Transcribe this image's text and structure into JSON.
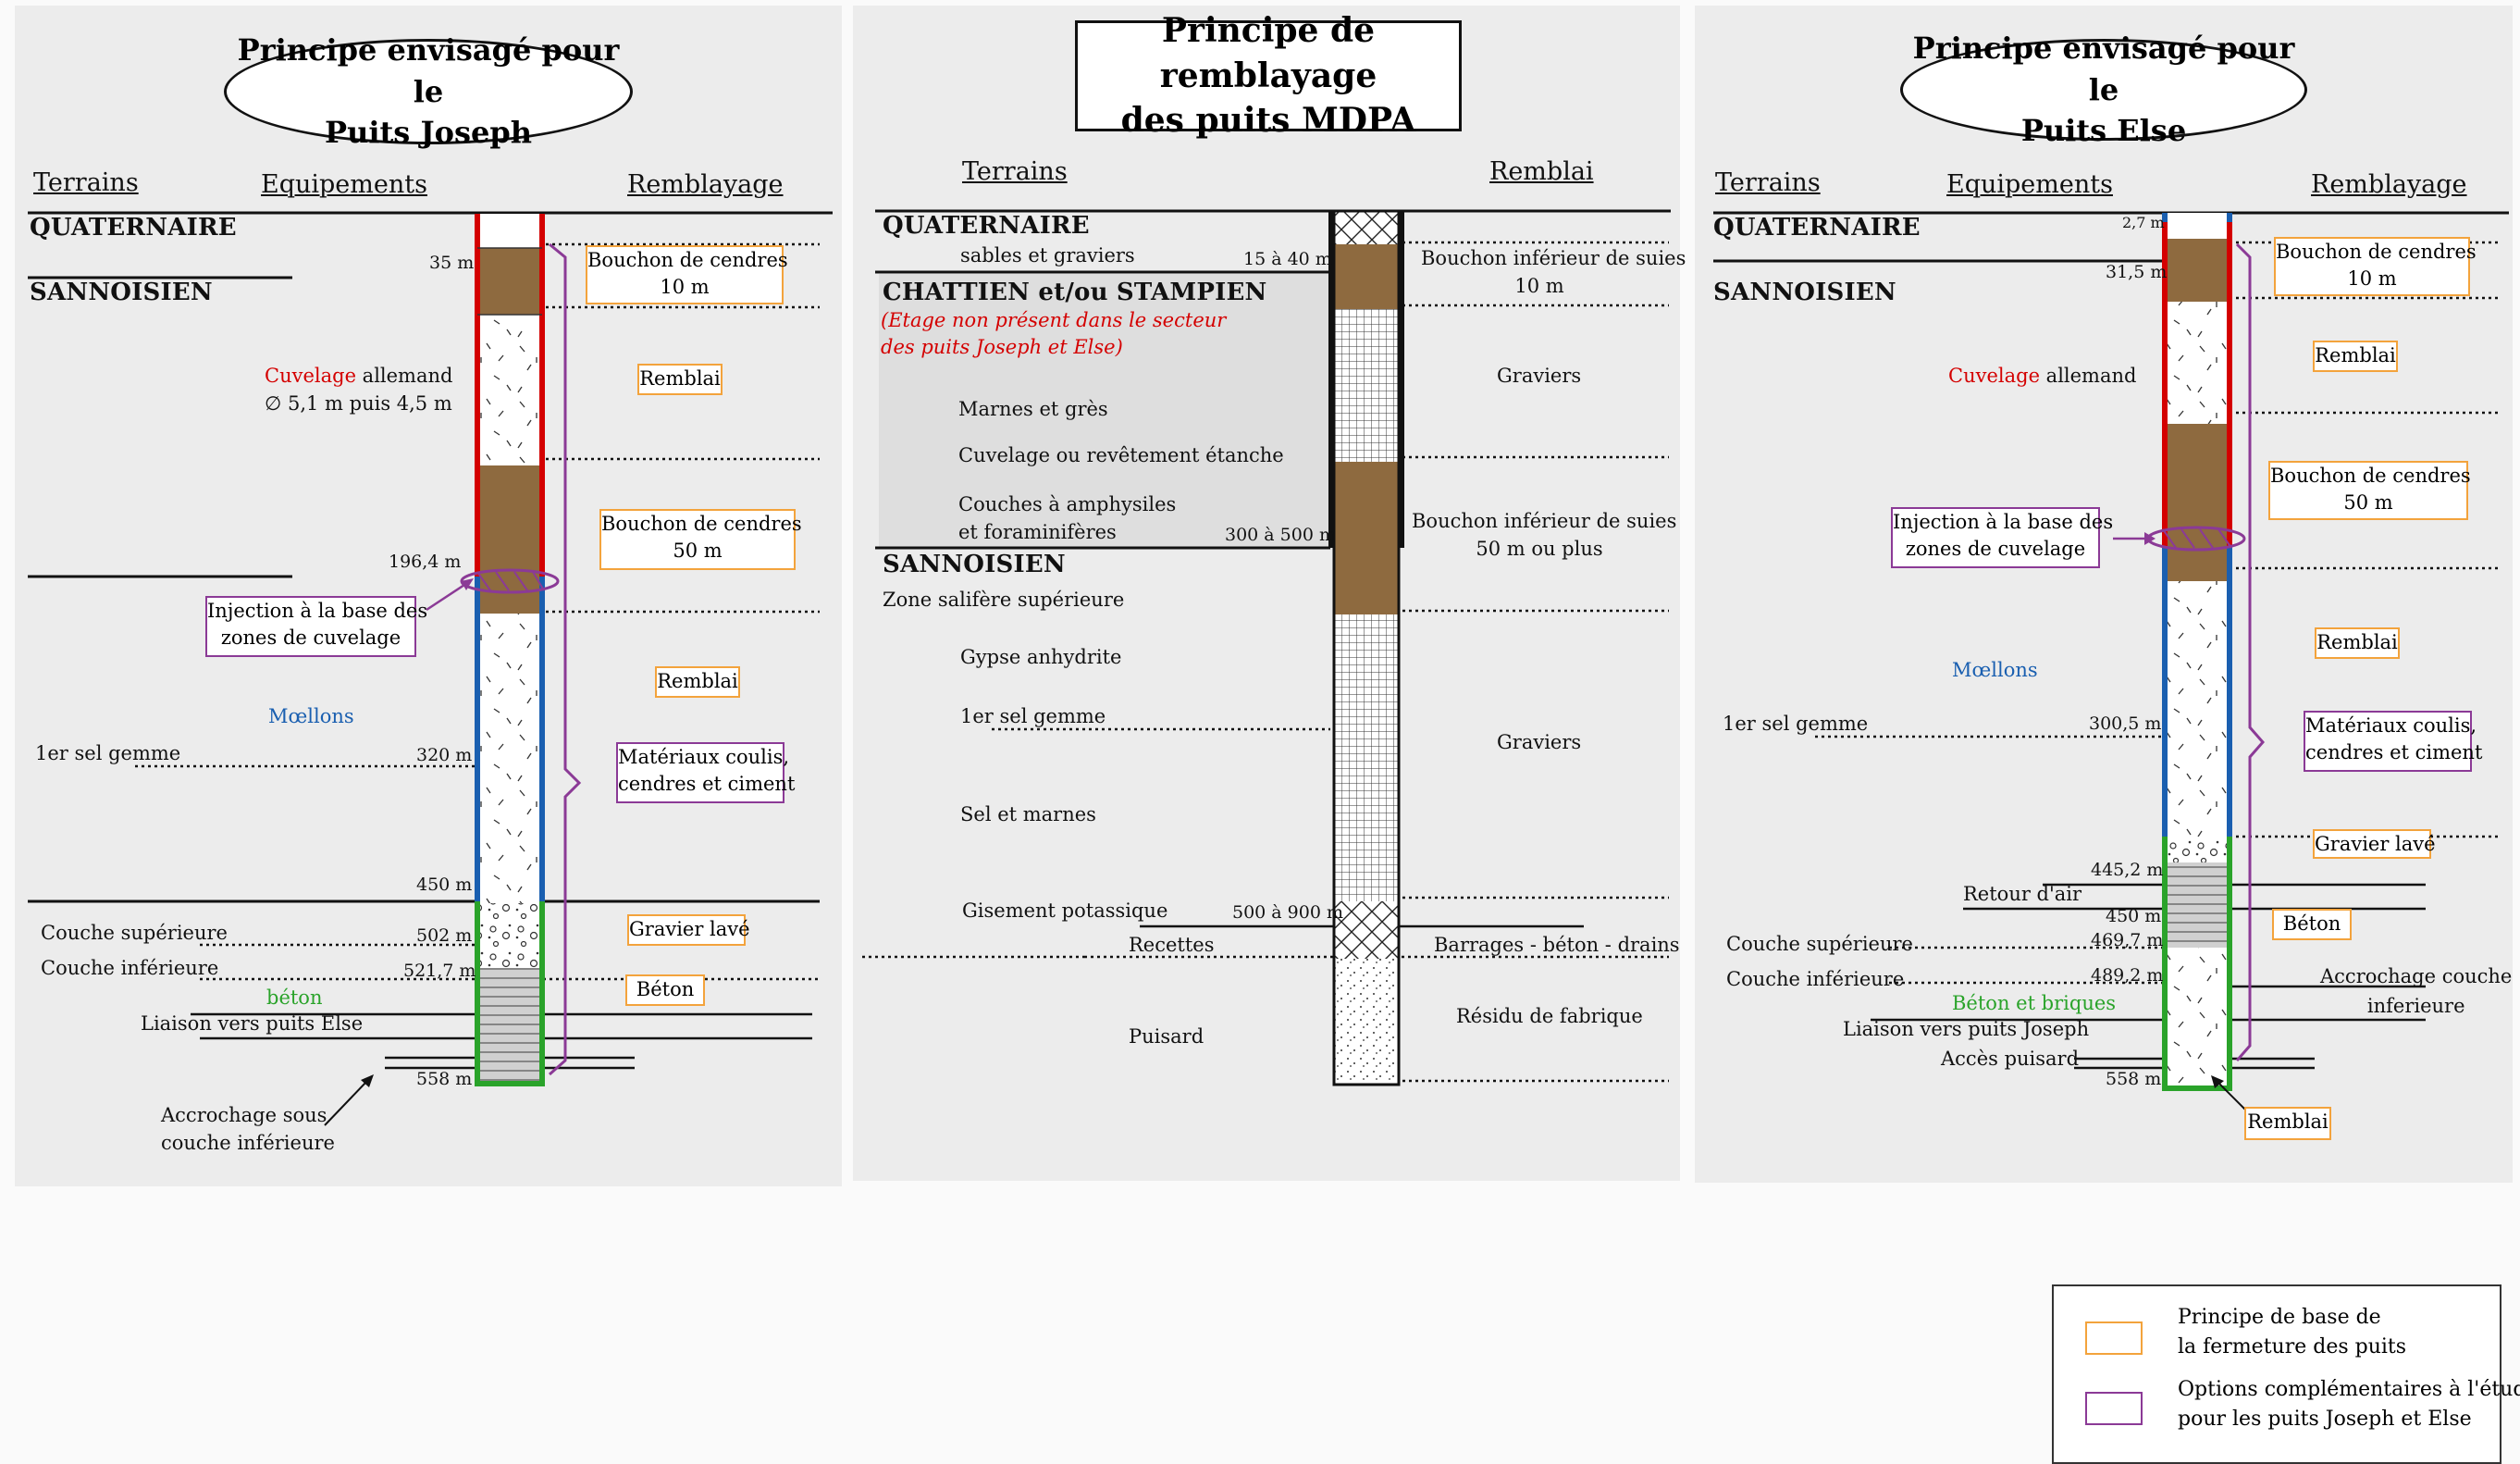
{
  "colors": {
    "orange_box": "#f3a33c",
    "purple_box": "#8b3a96",
    "cuvelage_red": "#d40000",
    "moellons_blue": "#1a5fb0",
    "green": "#2aa32a",
    "bouchon_brown": "#8e6a3f"
  },
  "left": {
    "title_line1": "Principe envisagé pour le",
    "title_line2": "Puits Joseph",
    "hdr_terrains": "Terrains",
    "hdr_equipements": "Equipements",
    "hdr_remblayage": "Remblayage",
    "quaternaire": "QUATERNAIRE",
    "sannoisien": "SANNOISIEN",
    "d35": "35 m",
    "d196": "196,4 m",
    "d320": "320 m",
    "d450": "450 m",
    "d502": "502 m",
    "d521": "521,7 m",
    "d558": "558 m",
    "cuvelage_word": "Cuvelage",
    "cuvelage_rest": " allemand",
    "diam": "∅ 5,1 m puis 4,5 m",
    "moellons": "Mœllons",
    "sel_gemme": "1er sel gemme",
    "couche_sup": "Couche supérieure",
    "couche_inf": "Couche inférieure",
    "beton_green": "béton",
    "liaison": "Liaison vers puits Else",
    "accrochage_1": "Accrochage sous",
    "accrochage_2": "couche inférieure",
    "box_bouchon10_1": "Bouchon de cendres",
    "box_bouchon10_2": "10 m",
    "box_remblai": "Remblai",
    "box_bouchon50_1": "Bouchon de cendres",
    "box_bouchon50_2": "50 m",
    "box_remblai2": "Remblai",
    "box_materiaux_1": "Matériaux coulis,",
    "box_materiaux_2": "cendres et ciment",
    "box_gravier": "Gravier lavé",
    "box_beton": "Béton",
    "box_injection_1": "Injection à la base des",
    "box_injection_2": "zones de cuvelage"
  },
  "middle": {
    "title_line1": "Principe de remblayage",
    "title_line2": "des puits MDPA",
    "hdr_terrains": "Terrains",
    "hdr_remblai": "Remblai",
    "quaternaire": "QUATERNAIRE",
    "sables": "sables et graviers",
    "d15": "15 à 40 m",
    "chattien": "CHATTIEN et/ou STAMPIEN",
    "note1": "(Etage non présent dans le secteur",
    "note2": "des puits Joseph et Else)",
    "marnes": "Marnes et grès",
    "cuvelage": "Cuvelage ou revêtement étanche",
    "couches1": "Couches à amphysiles",
    "couches2": "et foraminifères",
    "d300": "300 à 500 m",
    "sannoisien": "SANNOISIEN",
    "zone": "Zone salifère supérieure",
    "gypse": "Gypse anhydrite",
    "sel_gemme": "1er sel gemme",
    "sel_marnes": "Sel et marnes",
    "gisement": "Gisement potassique",
    "d500": "500 à 900 m",
    "recettes": "Recettes",
    "puisard": "Puisard",
    "r_bouchon1": "Bouchon inférieur de suies",
    "r_bouchon1b": "10 m",
    "r_graviers": "Graviers",
    "r_bouchon2": "Bouchon inférieur de suies",
    "r_bouchon2b": "50 m ou plus",
    "r_graviers2": "Graviers",
    "r_barrages": "Barrages - béton - drains",
    "r_residu": "Résidu de fabrique"
  },
  "right": {
    "title_line1": "Principe envisagé pour le",
    "title_line2": "Puits Else",
    "hdr_terrains": "Terrains",
    "hdr_equipements": "Equipements",
    "hdr_remblayage": "Remblayage",
    "quaternaire": "QUATERNAIRE",
    "sannoisien": "SANNOISIEN",
    "d2_7": "2,7 m",
    "d31_5": "31,5 m",
    "d300_5": "300,5 m",
    "d445": "445,2 m",
    "d450": "450 m",
    "d469": "469,7 m",
    "d489": "489,2 m",
    "d558": "558 m",
    "cuvelage_word": "Cuvelage",
    "cuvelage_rest": " allemand",
    "moellons": "Mœllons",
    "sel_gemme": "1er sel gemme",
    "retour": "Retour d'air",
    "couche_sup": "Couche supérieure",
    "couche_inf": "Couche inférieure",
    "beton_briques": "Béton et briques",
    "liaison": "Liaison vers puits Joseph",
    "acces": "Accès puisard",
    "accrochage_1": "Accrochage couche",
    "accrochage_2": "inferieure",
    "box_bouchon10_1": "Bouchon de cendres",
    "box_bouchon10_2": "10 m",
    "box_remblai": "Remblai",
    "box_bouchon50_1": "Bouchon de cendres",
    "box_bouchon50_2": "50 m",
    "box_remblai2": "Remblai",
    "box_materiaux_1": "Matériaux coulis,",
    "box_materiaux_2": "cendres et ciment",
    "box_gravier": "Gravier lavé",
    "box_beton": "Béton",
    "box_remblai3": "Remblai",
    "box_injection_1": "Injection à la base des",
    "box_injection_2": "zones de cuvelage"
  },
  "legend": {
    "orange_1": "Principe de base de",
    "orange_2": "la fermeture des puits",
    "purple_1": "Options complémentaires à l'étude",
    "purple_2": "pour les puits Joseph et Else"
  }
}
